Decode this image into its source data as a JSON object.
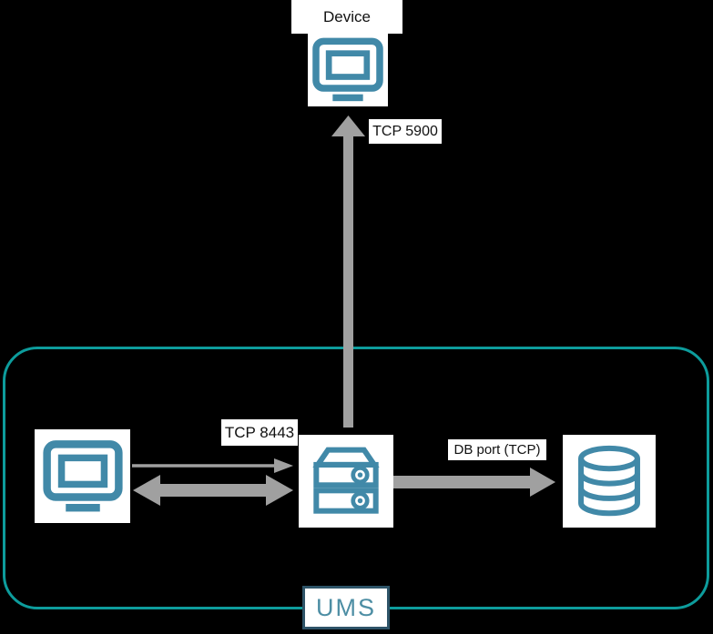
{
  "diagram": {
    "nodes": {
      "device": {
        "label": "Device",
        "icon": "monitor-icon"
      },
      "ums_console": {
        "icon": "monitor-icon"
      },
      "ums_server": {
        "icon": "server-icon"
      },
      "database": {
        "icon": "database-icon"
      }
    },
    "group": {
      "label": "UMS"
    },
    "edges": {
      "server_to_device": {
        "label": "TCP 5900",
        "direction": "up",
        "style": "thick"
      },
      "console_to_server": {
        "label": "TCP 8443",
        "direction": "right",
        "style": "thin"
      },
      "console_server_both": {
        "label": "",
        "direction": "both",
        "style": "thick"
      },
      "server_to_database": {
        "label": "DB port (TCP)",
        "direction": "right",
        "style": "thick"
      }
    },
    "colors": {
      "background": "#000000",
      "icon_teal": "#4189a8",
      "ums_border_teal": "#0d9c9c",
      "arrow_gray": "#a0a0a0",
      "label_background": "#ffffff",
      "label_text": "#111111",
      "ums_label_text": "#4d8ea4",
      "ums_label_border": "#2e5468"
    }
  }
}
